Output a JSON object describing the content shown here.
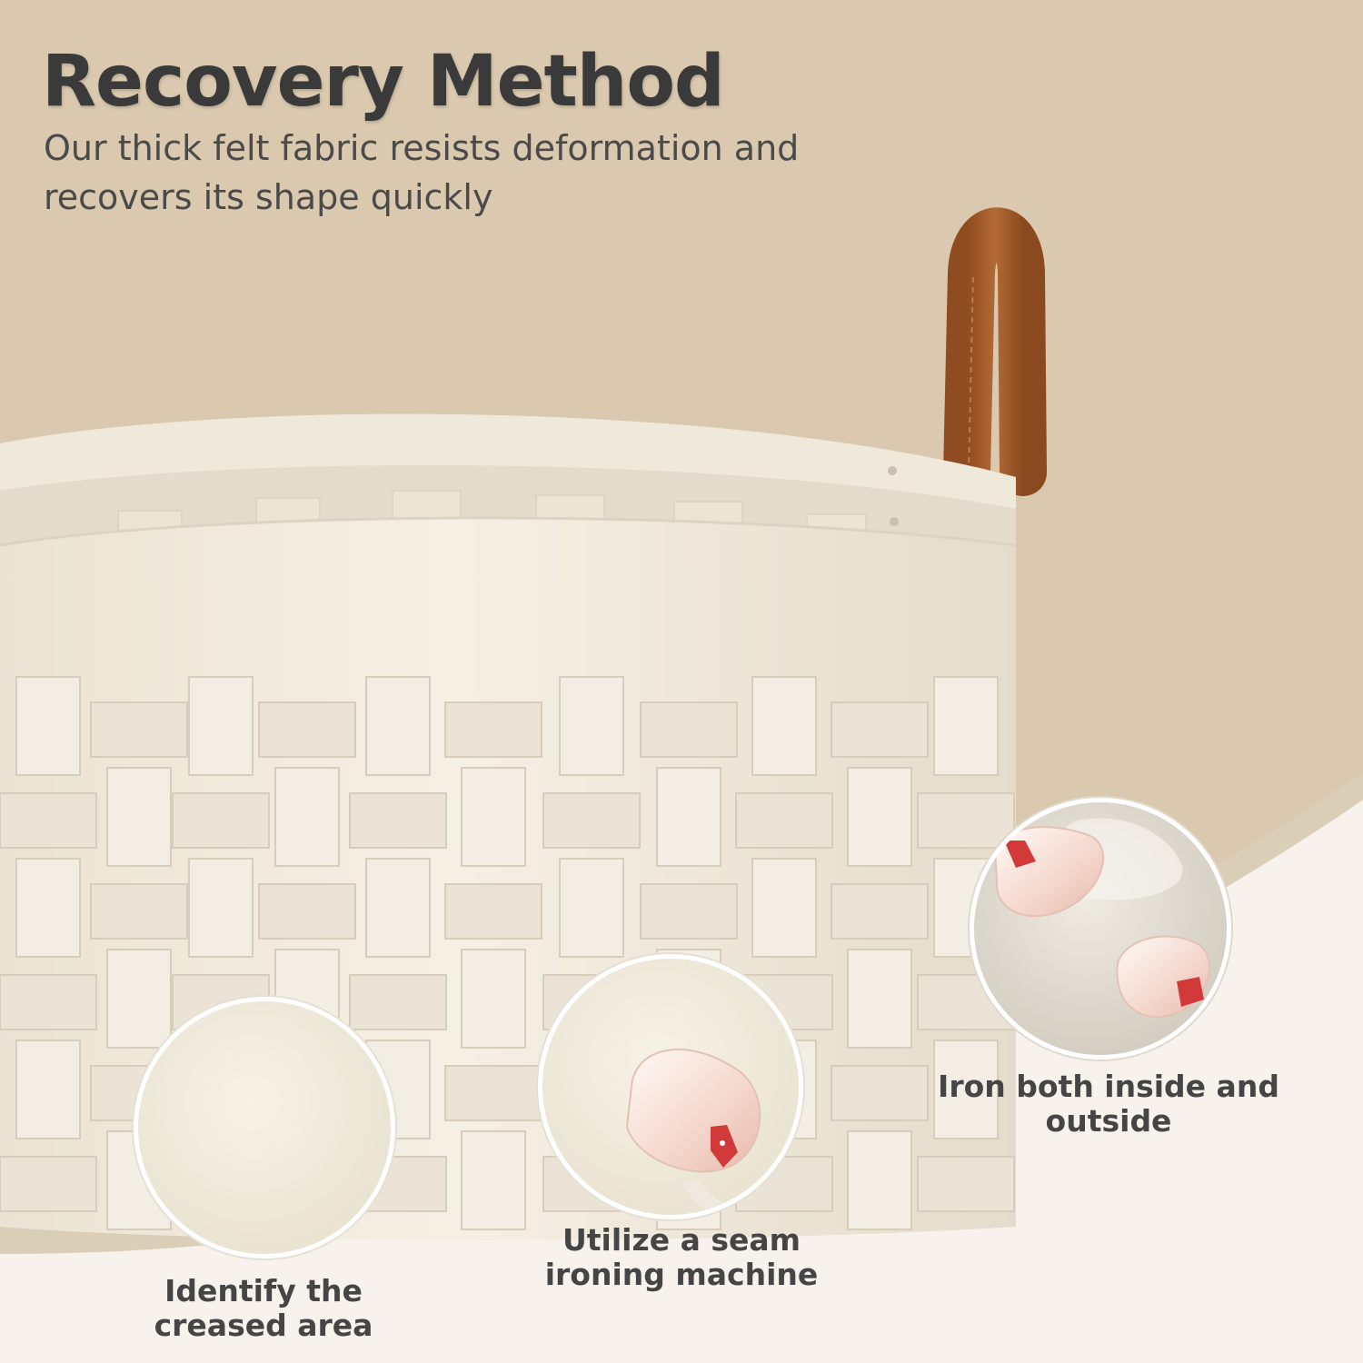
{
  "header": {
    "title": "Recovery Method",
    "subtitle": "Our thick felt fabric resists deformation and recovers its shape quickly"
  },
  "steps": [
    {
      "label": "Identify the creased area",
      "image": "felt-closeup"
    },
    {
      "label": "Utilize a seam ironing machine",
      "image": "steam-iron-on-felt"
    },
    {
      "label": "Iron both inside and outside",
      "image": "two-irons-on-felt"
    }
  ],
  "colors": {
    "background_tan": "#dac9ae",
    "background_cream": "#f7f3ec",
    "felt_white": "#f2ede0",
    "leather_handle": "#a8602d",
    "title_text": "#3a3a3a"
  }
}
